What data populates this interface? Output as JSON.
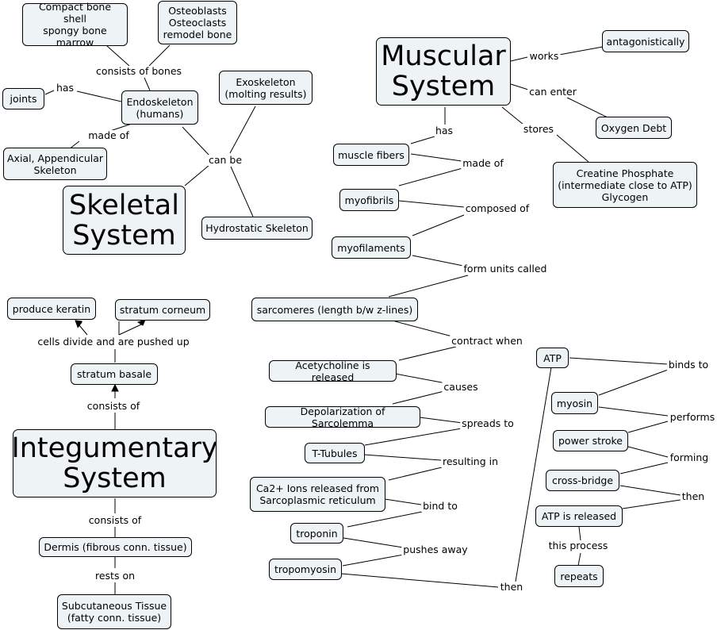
{
  "nodes": {
    "compact_bone": "Compact bone shell\nspongy bone\nmarrow",
    "osteoblasts": "Osteoblasts\nOsteoclasts\nremodel bone",
    "joints": "joints",
    "endoskeleton": "Endoskeleton\n(humans)",
    "exoskeleton": "Exoskeleton\n(molting results)",
    "axial": "Axial, Appendicular\nSkeleton",
    "skeletal_system": "Skeletal\nSystem",
    "hydrostatic": "Hydrostatic Skeleton",
    "muscular_system": "Muscular\nSystem",
    "antagonistically": "antagonistically",
    "oxygen_debt": "Oxygen Debt",
    "muscle_fibers": "muscle fibers",
    "creatine": "Creatine Phosphate\n(intermediate close to ATP)\nGlycogen",
    "myofibrils": "myofibrils",
    "myofilaments": "myofilaments",
    "sarcomeres": "sarcomeres (length b/w z-lines)",
    "produce_keratin": "produce keratin",
    "stratum_corneum": "stratum corneum",
    "stratum_basale": "stratum basale",
    "integumentary_system": "Integumentary\nSystem",
    "dermis": "Dermis (fibrous conn. tissue)",
    "subcutaneous": "Subcutaneous Tissue\n(fatty conn. tissue)",
    "acetycholine": "Acetycholine is released",
    "depolarization": "Depolarization of Sarcolemma",
    "t_tubules": "T-Tubules",
    "ca_ions": "Ca2+ Ions released from\nSarcoplasmic reticulum",
    "troponin": "troponin",
    "tropomyosin": "tropomyosin",
    "atp": "ATP",
    "myosin": "myosin",
    "power_stroke": "power stroke",
    "cross_bridge": "cross-bridge",
    "atp_released": "ATP is released",
    "repeats": "repeats"
  },
  "labels": {
    "consists_of_bones": "consists of bones",
    "has_joints": "has",
    "made_of_skel": "made of",
    "can_be": "can be",
    "works": "works",
    "can_enter": "can enter",
    "has_fibers": "has",
    "stores": "stores",
    "made_of_fib": "made of",
    "composed_of": "composed of",
    "form_units": "form units called",
    "cells_divide": "cells divide and are pushed up",
    "consists_of_basale": "consists of",
    "consists_of_dermis": "consists of",
    "rests_on": "rests on",
    "contract_when": "contract when",
    "causes": "causes",
    "spreads_to": "spreads to",
    "resulting_in": "resulting in",
    "bind_to": "bind to",
    "pushes_away": "pushes away",
    "then_bottom": "then",
    "binds_to": "binds to",
    "performs": "performs",
    "forming": "forming",
    "then_right": "then",
    "this_process": "this process"
  }
}
